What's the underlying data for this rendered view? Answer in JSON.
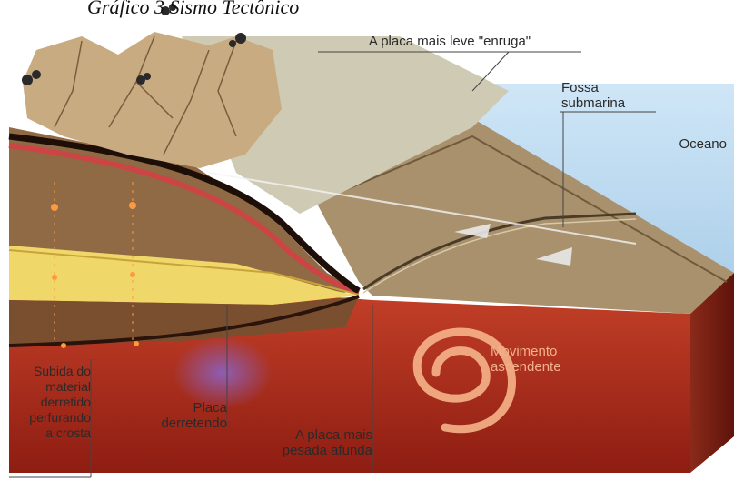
{
  "caption": "Gráfico 3 Sismo Tectônico",
  "labels": {
    "light_plate": "A placa mais leve \"enruga\"",
    "trench": "Fossa\nsubmarina",
    "ocean": "Oceano",
    "movement": "Movimento\nascendente",
    "rising_material": "Subida do\nmaterial\nderretido\nperfurando\na crosta",
    "melting_plate": "Placa\nderretendo",
    "heavy_plate": "A placa mais\npesada afunda"
  },
  "colors": {
    "ocean": "#b9d8ee",
    "mountains": "#c9ab82",
    "oceanic_plate": "#a8916c",
    "mantle": "#b8321e",
    "crust_red": "#c84a3a",
    "yellow_layer": "#f0d76a"
  }
}
